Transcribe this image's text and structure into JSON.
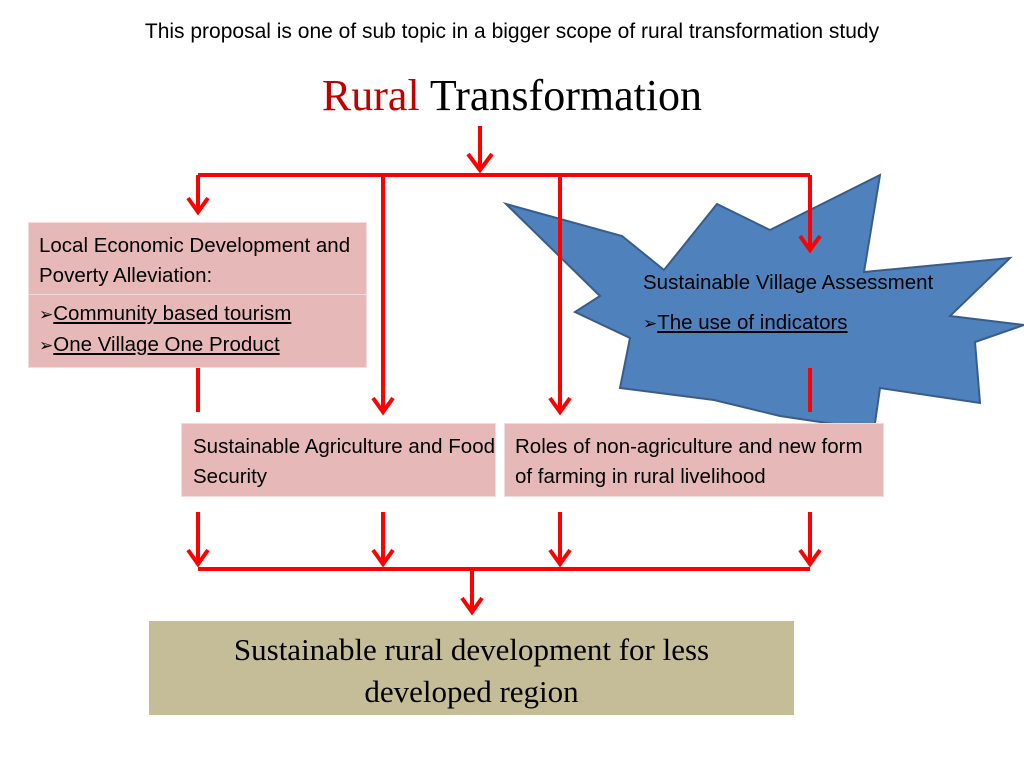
{
  "header": {
    "subtitle": "This proposal is one of sub topic in a bigger scope of rural transformation study",
    "title_accent": "Rural",
    "title_rest": "Transformation"
  },
  "boxes": {
    "local_economic": {
      "heading": "Local Economic Development and Poverty Alleviation:",
      "bullets": [
        "Community based tourism",
        "One Village One Product"
      ]
    },
    "agriculture": {
      "text": "Sustainable Agriculture and Food Security"
    },
    "non_agriculture": {
      "text": "Roles of non-agriculture and new form of farming in rural livelihood"
    },
    "village_assessment": {
      "heading": "Sustainable Village Assessment",
      "bullets": [
        "The use of indicators"
      ]
    }
  },
  "outcome": {
    "text": "Sustainable rural development for less developed region"
  },
  "colors": {
    "arrow": "#ff0000",
    "title_accent": "#c00000",
    "box_fill": "#e6b9b8",
    "star_fill": "#4f81bd",
    "star_stroke": "#385d8a",
    "outcome_fill": "#c4bd97"
  }
}
